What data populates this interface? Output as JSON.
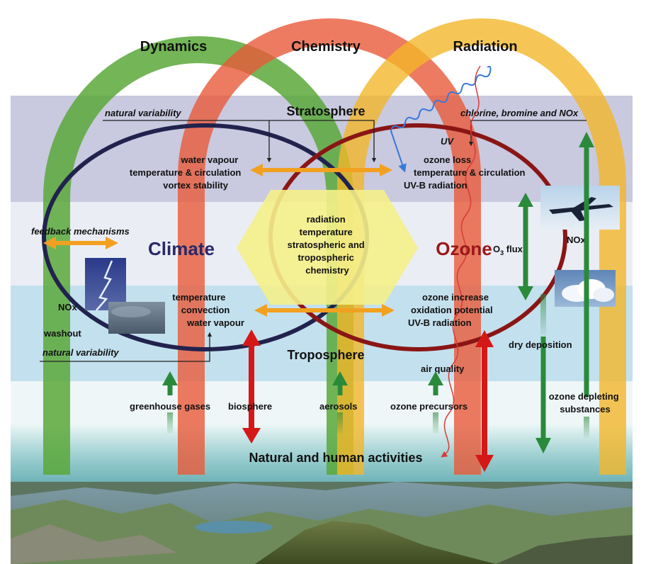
{
  "headings": {
    "dynamics": "Dynamics",
    "chemistry": "Chemistry",
    "radiation": "Radiation"
  },
  "layers": {
    "stratosphere": "Stratosphere",
    "troposphere": "Troposphere"
  },
  "ellipses": {
    "climate": "Climate",
    "ozone": "Ozone"
  },
  "labels": {
    "natural_variability_top": "natural variability",
    "natural_variability_bottom": "natural variability",
    "chlorine": "chlorine, bromine and NOx",
    "uv": "UV",
    "strat_left": [
      "water vapour",
      "temperature & circulation",
      "vortex stability"
    ],
    "strat_right": [
      "ozone loss",
      "temperature & circulation",
      "UV-B radiation"
    ],
    "center": [
      "radiation",
      "temperature",
      "stratospheric and",
      "tropospheric",
      "chemistry"
    ],
    "feedback": "feedback mechanisms",
    "nox_left": "NOx",
    "washout": "washout",
    "tropo_left": [
      "temperature",
      "convection",
      "water vapour"
    ],
    "tropo_right": [
      "ozone increase",
      "oxidation potential",
      "UV-B radiation"
    ],
    "nox_right": "NOx",
    "o3_flux_main": "O",
    "o3_flux_sub": "3",
    "o3_flux_tail": " flux",
    "dry_deposition": "dry deposition",
    "air_quality": "air quality",
    "greenhouse": "greenhouse gases",
    "biosphere": "biosphere",
    "aerosols": "aerosols",
    "precursors": "ozone precursors",
    "ozone_depleting": [
      "ozone depleting",
      "substances"
    ],
    "activities": "Natural and human activities"
  },
  "colors": {
    "dynamics_ring": "#5aa83a",
    "chemistry_ring": "#e85a3a",
    "radiation_ring": "#f3b72a",
    "stratosphere_band": "#c9c9e0",
    "troposphere_band": "#c3e0ee",
    "climate_ellipse": "#22224e",
    "ozone_ellipse": "#8a1515",
    "orange_arrow": "#f2a020",
    "green_arrow": "#2a8a3a",
    "red_arrow": "#d41818",
    "climate_text": "#28286a",
    "ozone_text": "#991818",
    "uv_wave": "#3a78d8"
  }
}
